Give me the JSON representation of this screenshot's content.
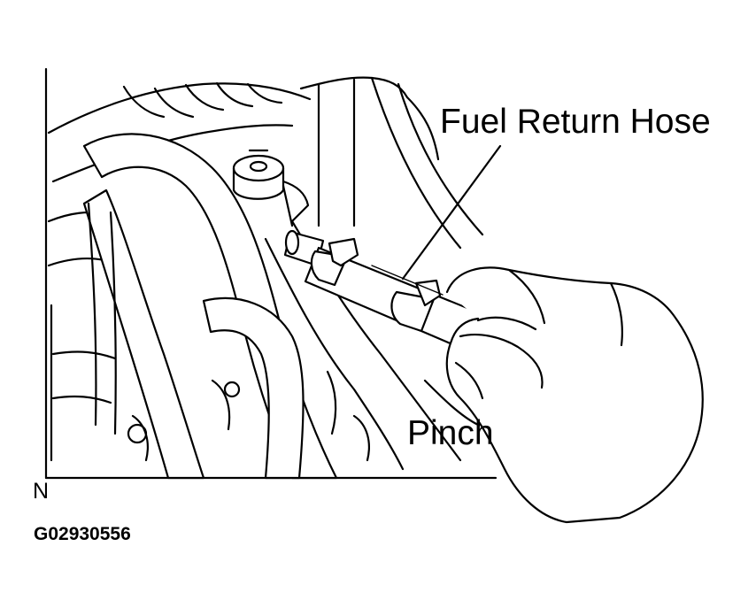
{
  "figure": {
    "callouts": {
      "fuel_return_hose": "Fuel Return Hose",
      "pinch": "Pinch"
    },
    "corner_mark": "N",
    "figure_id": "G02930556"
  },
  "colors": {
    "line": "#000000",
    "background": "#ffffff"
  }
}
